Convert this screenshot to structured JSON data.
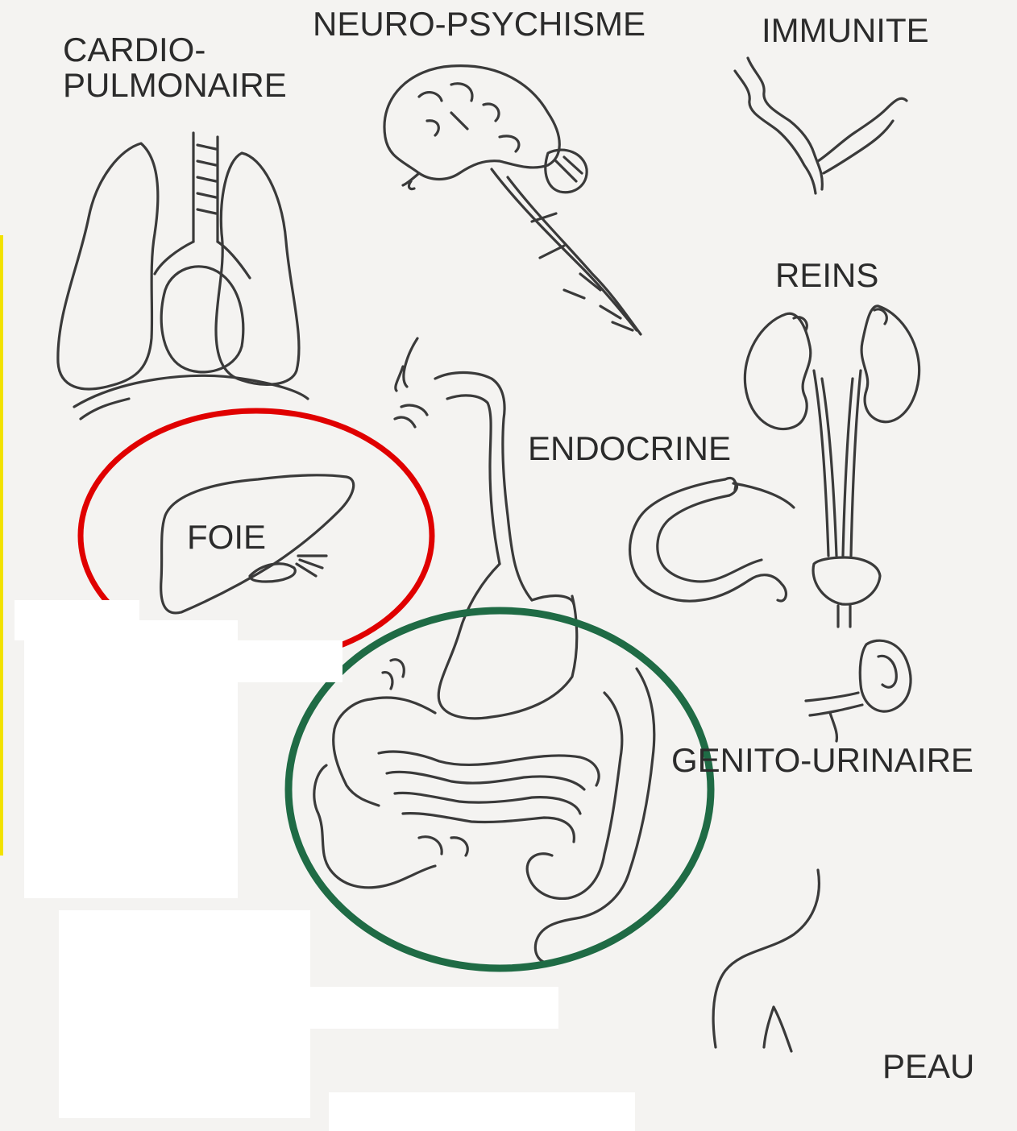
{
  "labels": {
    "cardio": "CARDIO-\nPULMONAIRE",
    "neuro": "NEURO-PSYCHISME",
    "immunite": "IMMUNITE",
    "reins": "REINS",
    "endocrine": "ENDOCRINE",
    "foie": "FOIE",
    "genito": "GENITO-URINAIRE",
    "peau": "PEAU"
  },
  "colors": {
    "foie_circle": "#e00000",
    "digestive_circle": "#1f6b45",
    "ink": "#3a3a3a",
    "paper": "#f4f3f1",
    "left_edge": "#f2e200"
  },
  "icons": [
    "lungs-heart-icon",
    "brain-icon",
    "lymph-vessel-icon",
    "kidneys-icon",
    "esophagus-stomach-icon",
    "pancreas-icon",
    "liver-icon",
    "intestines-icon",
    "bladder-icon",
    "skin-icon"
  ]
}
